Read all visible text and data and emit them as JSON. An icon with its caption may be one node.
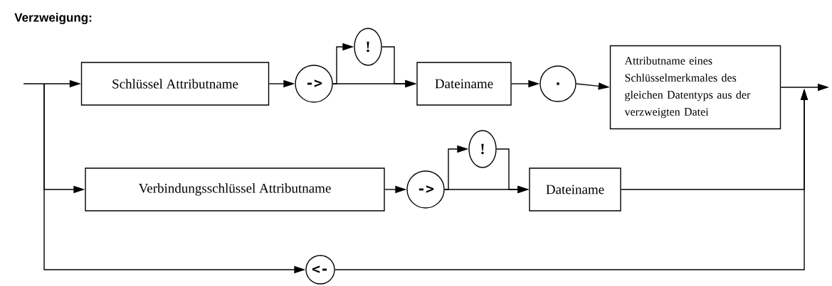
{
  "diagram": {
    "title": "Verzweigung:",
    "nodes": [
      {
        "text": [
          "Schlüssel Attributname"
        ]
      },
      {
        "text": [
          "->"
        ]
      },
      {
        "text": [
          "!"
        ]
      },
      {
        "text": [
          "Dateiname"
        ]
      },
      {
        "text": [
          "."
        ]
      },
      {
        "text": [
          "Attributname eines Schlüsselmerkmales des gleichen Datentyps aus der verzweigten Datei"
        ]
      },
      {
        "text": [
          "Verbindungsschlüssel Attributname"
        ]
      },
      {
        "text": [
          "->"
        ]
      },
      {
        "text": [
          "!"
        ]
      },
      {
        "text": [
          "Dateiname"
        ]
      },
      {
        "text": [
          "<-"
        ]
      }
    ],
    "edges": [
      {
        "from": null,
        "to": 0,
        "arrow": "to"
      },
      {
        "from": null,
        "to": 6,
        "arrow": "to"
      },
      {
        "from": null,
        "to": 10,
        "arrow": "to"
      },
      {
        "from": 0,
        "to": 1,
        "arrow": "to"
      },
      {
        "from": 1,
        "to": 3,
        "arrow": "to"
      },
      {
        "from": 1,
        "to": 2,
        "arrow": "to"
      },
      {
        "from": 2,
        "to": 3,
        "arrow": "to"
      },
      {
        "from": 3,
        "to": 4,
        "arrow": "to"
      },
      {
        "from": 4,
        "to": 5,
        "arrow": "to"
      },
      {
        "from": 5,
        "to": null,
        "arrow": "to"
      },
      {
        "from": 6,
        "to": 7,
        "arrow": "to"
      },
      {
        "from": 7,
        "to": 9,
        "arrow": "to"
      },
      {
        "from": 7,
        "to": 8,
        "arrow": "to"
      },
      {
        "from": 8,
        "to": 9,
        "arrow": "to"
      },
      {
        "from": 9,
        "to": null,
        "arrow": "to"
      },
      {
        "from": 10,
        "to": null,
        "arrow": "to"
      }
    ]
  }
}
